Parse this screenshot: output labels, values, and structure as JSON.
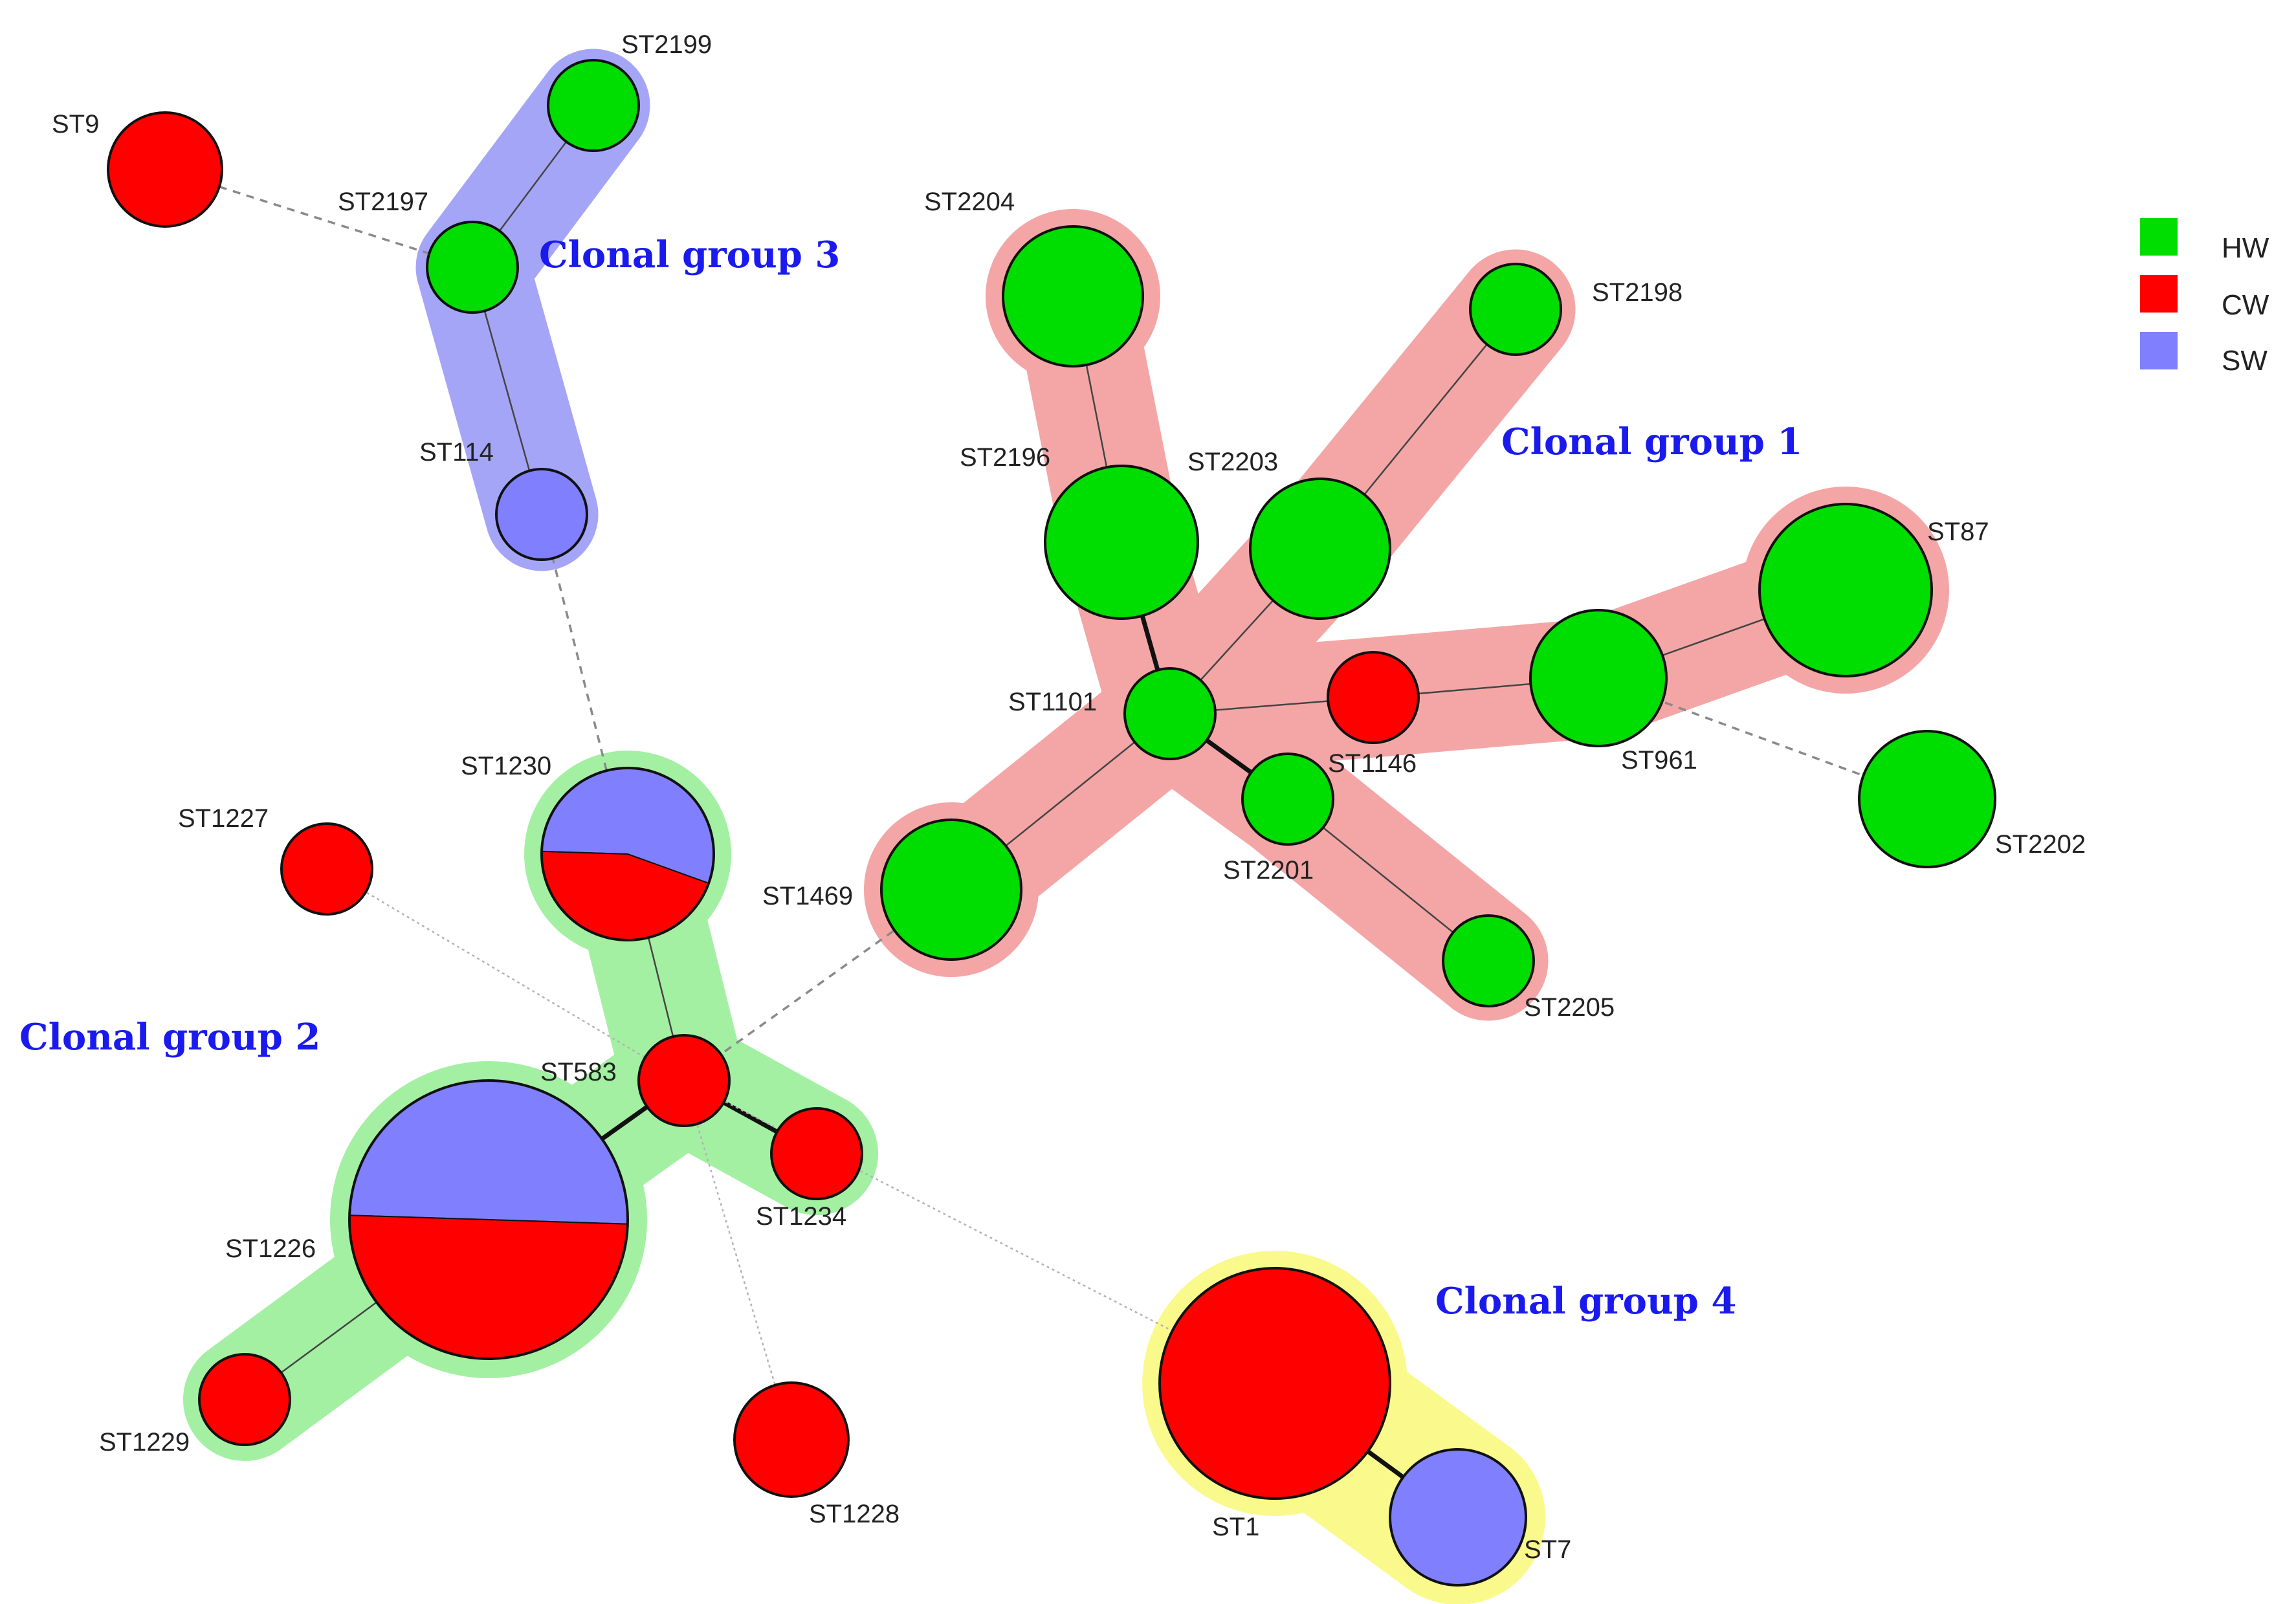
{
  "colors": {
    "HW": "#00dd00",
    "CW": "#ff0000",
    "SW": "#8080ff",
    "group1": "#f4a6a6",
    "group2": "#a3f0a3",
    "group3": "#a5a5f8",
    "group4": "#fafa8c",
    "group_label": "#1a1aee"
  },
  "legend": [
    {
      "key": "HW",
      "label": "HW"
    },
    {
      "key": "CW",
      "label": "CW"
    },
    {
      "key": "SW",
      "label": "SW"
    }
  ],
  "groups": [
    {
      "id": "group1",
      "label": "Clonal group 1",
      "color_key": "group1"
    },
    {
      "id": "group2",
      "label": "Clonal group 2",
      "color_key": "group2"
    },
    {
      "id": "group3",
      "label": "Clonal group 3",
      "color_key": "group3"
    },
    {
      "id": "group4",
      "label": "Clonal group 4",
      "color_key": "group4"
    }
  ],
  "nodes": [
    {
      "id": "ST9",
      "label": "ST9",
      "composition": {
        "CW": 1
      }
    },
    {
      "id": "ST2199",
      "label": "ST2199",
      "composition": {
        "HW": 1
      }
    },
    {
      "id": "ST2197",
      "label": "ST2197",
      "composition": {
        "HW": 1
      }
    },
    {
      "id": "ST114",
      "label": "ST114",
      "composition": {
        "SW": 1
      }
    },
    {
      "id": "ST2204",
      "label": "ST2204",
      "composition": {
        "HW": 1
      }
    },
    {
      "id": "ST2198",
      "label": "ST2198",
      "composition": {
        "HW": 1
      }
    },
    {
      "id": "ST2196",
      "label": "ST2196",
      "composition": {
        "HW": 1
      }
    },
    {
      "id": "ST2203",
      "label": "ST2203",
      "composition": {
        "HW": 1
      }
    },
    {
      "id": "ST87",
      "label": "ST87",
      "composition": {
        "HW": 1
      }
    },
    {
      "id": "ST1101",
      "label": "ST1101",
      "composition": {
        "HW": 1
      }
    },
    {
      "id": "ST1146",
      "label": "ST1146",
      "composition": {
        "CW": 1
      }
    },
    {
      "id": "ST961",
      "label": "ST961",
      "composition": {
        "HW": 1
      }
    },
    {
      "id": "ST2201",
      "label": "ST2201",
      "composition": {
        "HW": 1
      }
    },
    {
      "id": "ST2202",
      "label": "ST2202",
      "composition": {
        "HW": 1
      }
    },
    {
      "id": "ST1469",
      "label": "ST1469",
      "composition": {
        "HW": 1
      }
    },
    {
      "id": "ST2205",
      "label": "ST2205",
      "composition": {
        "HW": 1
      }
    },
    {
      "id": "ST1230",
      "label": "ST1230",
      "composition": {
        "SW": 0.55,
        "CW": 0.45
      }
    },
    {
      "id": "ST1227",
      "label": "ST1227",
      "composition": {
        "CW": 1
      }
    },
    {
      "id": "ST583",
      "label": "ST583",
      "composition": {
        "CW": 1
      }
    },
    {
      "id": "ST1234",
      "label": "ST1234",
      "composition": {
        "CW": 1
      }
    },
    {
      "id": "ST1226",
      "label": "ST1226",
      "composition": {
        "SW": 0.5,
        "CW": 0.5
      }
    },
    {
      "id": "ST1229",
      "label": "ST1229",
      "composition": {
        "CW": 1
      }
    },
    {
      "id": "ST1228",
      "label": "ST1228",
      "composition": {
        "CW": 1
      }
    },
    {
      "id": "ST1",
      "label": "ST1",
      "composition": {
        "CW": 1
      }
    },
    {
      "id": "ST7",
      "label": "ST7",
      "composition": {
        "SW": 1
      }
    }
  ],
  "edges": [
    {
      "from": "ST2199",
      "to": "ST2197",
      "style": "thin"
    },
    {
      "from": "ST2197",
      "to": "ST114",
      "style": "thin"
    },
    {
      "from": "ST9",
      "to": "ST2197",
      "style": "dashed"
    },
    {
      "from": "ST114",
      "to": "ST1230",
      "style": "dashed"
    },
    {
      "from": "ST2204",
      "to": "ST2196",
      "style": "thin"
    },
    {
      "from": "ST2196",
      "to": "ST1101",
      "style": "thick"
    },
    {
      "from": "ST2203",
      "to": "ST1101",
      "style": "thin"
    },
    {
      "from": "ST2198",
      "to": "ST2203",
      "style": "thin"
    },
    {
      "from": "ST1101",
      "to": "ST1146",
      "style": "thin"
    },
    {
      "from": "ST1146",
      "to": "ST961",
      "style": "thin"
    },
    {
      "from": "ST961",
      "to": "ST87",
      "style": "thin"
    },
    {
      "from": "ST961",
      "to": "ST2202",
      "style": "dashed"
    },
    {
      "from": "ST1101",
      "to": "ST2201",
      "style": "thick"
    },
    {
      "from": "ST2201",
      "to": "ST2205",
      "style": "thin"
    },
    {
      "from": "ST1101",
      "to": "ST1469",
      "style": "thin"
    },
    {
      "from": "ST1469",
      "to": "ST583",
      "style": "dashed"
    },
    {
      "from": "ST1230",
      "to": "ST583",
      "style": "thin"
    },
    {
      "from": "ST583",
      "to": "ST1226",
      "style": "thick"
    },
    {
      "from": "ST583",
      "to": "ST1234",
      "style": "thick"
    },
    {
      "from": "ST1226",
      "to": "ST1229",
      "style": "thin"
    },
    {
      "from": "ST1227",
      "to": "ST583",
      "style": "dotted"
    },
    {
      "from": "ST583",
      "to": "ST1228",
      "style": "dotted"
    },
    {
      "from": "ST583",
      "to": "ST1",
      "style": "dotted"
    },
    {
      "from": "ST1",
      "to": "ST7",
      "style": "thick"
    }
  ]
}
